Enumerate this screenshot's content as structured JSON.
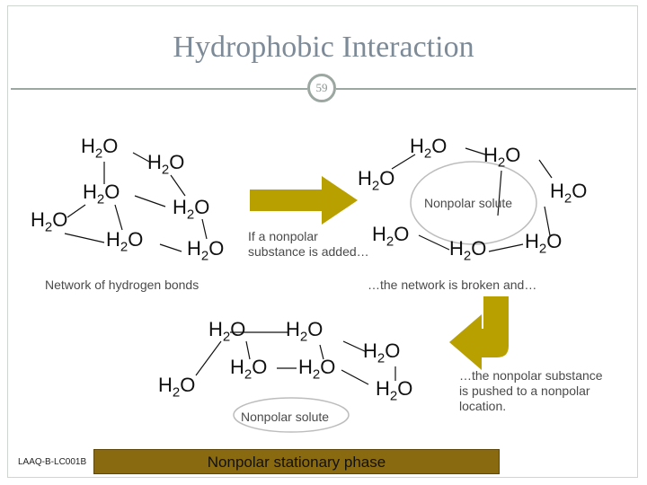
{
  "slide": {
    "title": "Hydrophobic Interaction",
    "page_number": "59",
    "footer_code": "LAAQ-B-LC001B",
    "phase_label": "Nonpolar stationary phase"
  },
  "labels": {
    "network_caption": "Network of hydrogen bonds",
    "added_note_line1": "If a nonpolar",
    "added_note_line2": "substance is added…",
    "broken_note": "…the network is broken and…",
    "pushed_note_line1": "…the nonpolar substance",
    "pushed_note_line2": "is pushed to a nonpolar",
    "pushed_note_line3": "location.",
    "solute_top": "Nonpolar solute",
    "solute_bottom": "Nonpolar solute"
  },
  "water": {
    "h": "H",
    "sub": "2",
    "o": "O"
  },
  "colors": {
    "title": "#7d8a98",
    "arrow": "#b8a000",
    "phase_bar": "#8a6a10",
    "lines": "#111111"
  }
}
